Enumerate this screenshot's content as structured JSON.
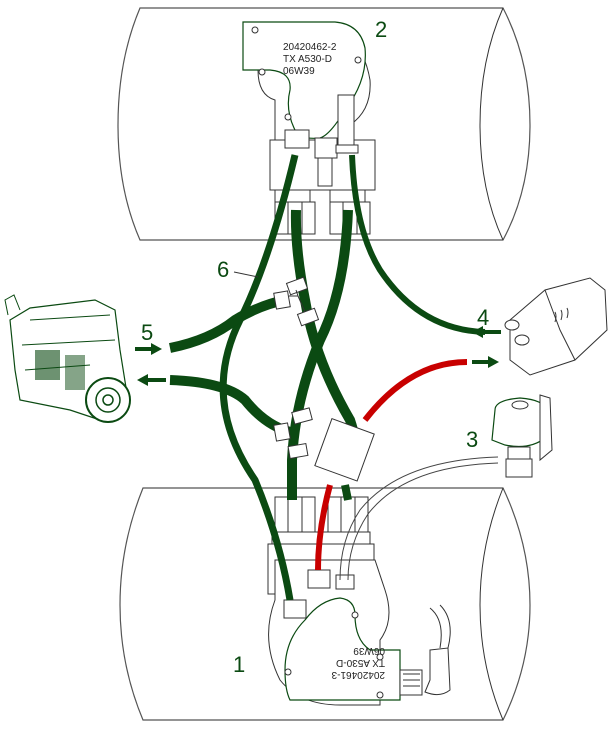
{
  "diagram": {
    "type": "coolant hose connection diagram",
    "colors": {
      "coolant_hose": "#0b4a12",
      "hot_hose": "#c80000",
      "outline": "#555555"
    },
    "callouts": [
      {
        "id": "1",
        "label": "1",
        "refers_to": "lower valve unit"
      },
      {
        "id": "2",
        "label": "2",
        "refers_to": "upper valve unit"
      },
      {
        "id": "3",
        "label": "3",
        "refers_to": "solenoid valve"
      },
      {
        "id": "4",
        "label": "4",
        "refers_to": "heater"
      },
      {
        "id": "5",
        "label": "5",
        "refers_to": "engine"
      },
      {
        "id": "6",
        "label": "6",
        "refers_to": "hose"
      }
    ],
    "upper_valve": {
      "line1": "20420462-2",
      "line2": "TX A530-D",
      "line3": "06W39"
    },
    "lower_valve": {
      "line1": "20420461-3",
      "line2": "TX A530-D",
      "line3": "06W39"
    },
    "flow_arrows": [
      {
        "at": "engine",
        "direction": "in",
        "icon": "arrow-right-icon"
      },
      {
        "at": "engine",
        "direction": "out",
        "icon": "arrow-left-icon"
      },
      {
        "at": "heater",
        "direction": "in",
        "icon": "arrow-left-icon"
      },
      {
        "at": "heater",
        "direction": "out",
        "icon": "arrow-right-icon"
      }
    ]
  }
}
